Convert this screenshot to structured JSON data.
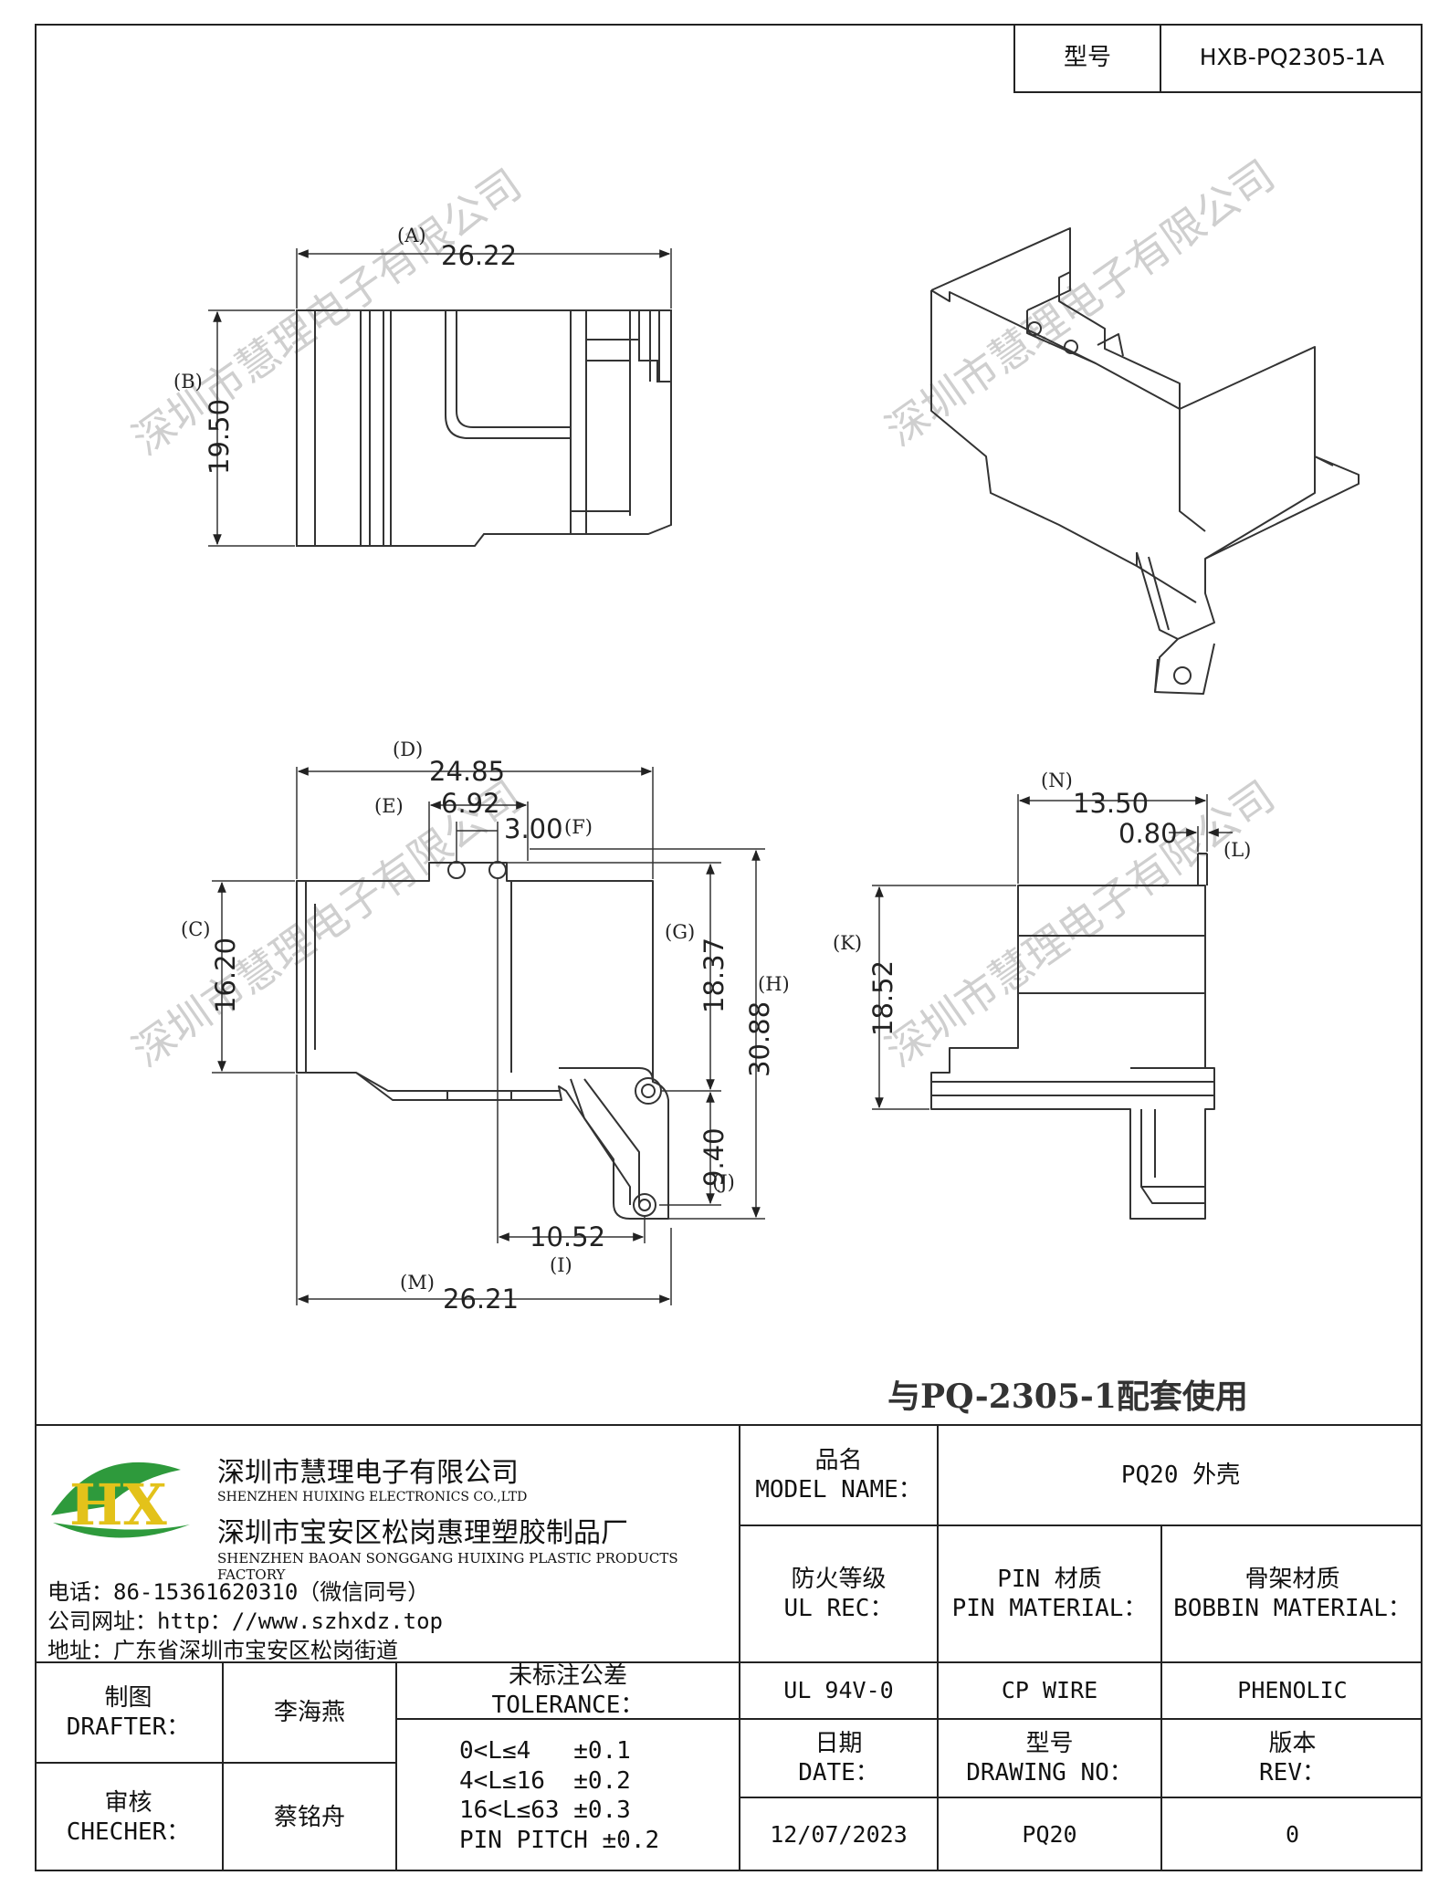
{
  "header": {
    "model_label": "型号",
    "model_value": "HXB-PQ2305-1A"
  },
  "watermark": "深圳市慧理电子有限公司",
  "note": "与PQ-2305-1配套使用",
  "dims": {
    "A": {
      "tag": "(A)",
      "value": "26.22"
    },
    "B": {
      "tag": "(B)",
      "value": "19.50"
    },
    "C": {
      "tag": "(C)",
      "value": "16.20"
    },
    "D": {
      "tag": "(D)",
      "value": "24.85"
    },
    "E": {
      "tag": "(E)",
      "value": "6.92"
    },
    "F": {
      "tag": "(F)",
      "value": "3.00"
    },
    "G": {
      "tag": "(G)",
      "value": "18.37"
    },
    "H": {
      "tag": "(H)",
      "value": "30.88"
    },
    "I": {
      "tag": "(I)",
      "value": "10.52"
    },
    "J": {
      "tag": "(J)",
      "value": "9.40"
    },
    "K": {
      "tag": "(K)",
      "value": "18.52"
    },
    "L": {
      "tag": "(L)",
      "value": "0.80"
    },
    "M": {
      "tag": "(M)",
      "value": "26.21"
    },
    "N": {
      "tag": "(N)",
      "value": "13.50"
    }
  },
  "company": {
    "logo_letters": "HX",
    "name_cn": "深圳市慧理电子有限公司",
    "name_en": "SHENZHEN HUIXING ELECTRONICS CO.,LTD",
    "factory_cn": "深圳市宝安区松岗惠理塑胶制品厂",
    "factory_en": "SHENZHEN BAOAN SONGGANG HUIXING PLASTIC PRODUCTS FACTORY",
    "phone": "电话：86-15361620310（微信同号）",
    "website": "公司网址：http：//www.szhxdz.top",
    "address": "地址：广东省深圳市宝安区松岗街道"
  },
  "title_block": {
    "model_name_cn": "品名",
    "model_name_en": "MODEL NAME：",
    "model_name_value": "PQ20 外壳",
    "fire_cn": "防火等级",
    "fire_en": "UL REC：",
    "pin_cn": "PIN 材质",
    "pin_en": "PIN MATERIAL：",
    "bobbin_cn": "骨架材质",
    "bobbin_en": "BOBBIN MATERIAL：",
    "fire_value": "UL 94V-0",
    "pin_value": "CP WIRE",
    "bobbin_value": "PHENOLIC",
    "date_cn": "日期",
    "date_en": "DATE：",
    "drawing_cn": "型号",
    "drawing_en": "DRAWING NO：",
    "rev_cn": "版本",
    "rev_en": "REV：",
    "date_value": "12/07/2023",
    "drawing_value": "PQ20",
    "rev_value": "0",
    "drafter_cn": "制图",
    "drafter_en": "DRAFTER：",
    "drafter_value": "李海燕",
    "checker_cn": "审核",
    "checker_en": "CHECHER：",
    "checker_value": "蔡铭舟",
    "tolerance_cn": "未标注公差",
    "tolerance_en": "TOLERANCE：",
    "tolerance_rows": [
      "0<L≤4   ±0.1",
      "4<L≤16  ±0.2",
      "16<L≤63 ±0.3",
      "PIN PITCH ±0.2"
    ]
  }
}
